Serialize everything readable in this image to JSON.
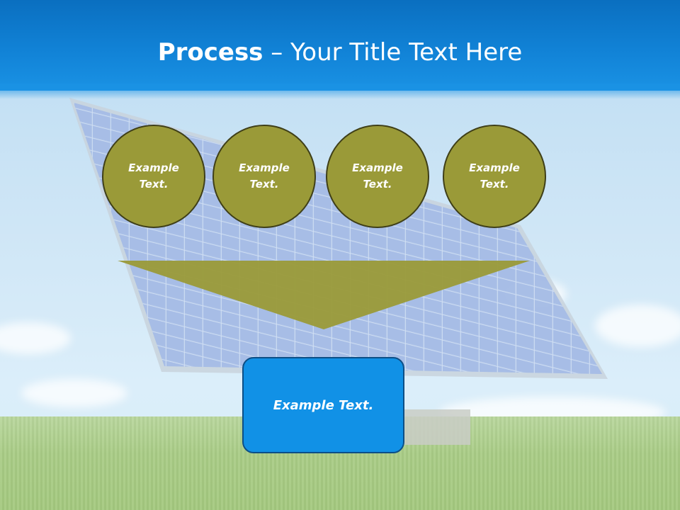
{
  "title": {
    "bold": "Process",
    "rest": " – Your Title Text Here"
  },
  "circles": [
    {
      "line1": "Example",
      "line2": "Text."
    },
    {
      "line1": "Example",
      "line2": "Text."
    },
    {
      "line1": "Example",
      "line2": "Text."
    },
    {
      "line1": "Example",
      "line2": "Text."
    }
  ],
  "result": {
    "label": "Example Text."
  },
  "colors": {
    "title_bar": "#1182d6",
    "circle_fill": "#9a9a38",
    "circle_border": "#3f3f18",
    "funnel": "#9a9a38",
    "result_fill": "#1191e6",
    "result_border": "#0d4f86"
  }
}
